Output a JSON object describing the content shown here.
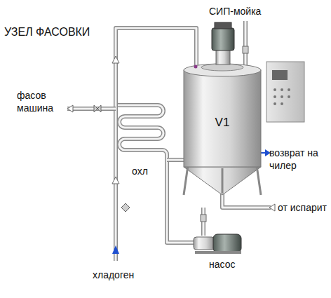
{
  "diagram": {
    "title": "УЗЕЛ ФАСОВКИ",
    "nodes": [
      {
        "text": [
          "V1"
        ]
      }
    ],
    "edges": [],
    "labels": [
      "СИП-мойка",
      "фасов машина",
      "возврат на чилер",
      "от испарит",
      "охл",
      "хладоген",
      "насос"
    ]
  }
}
